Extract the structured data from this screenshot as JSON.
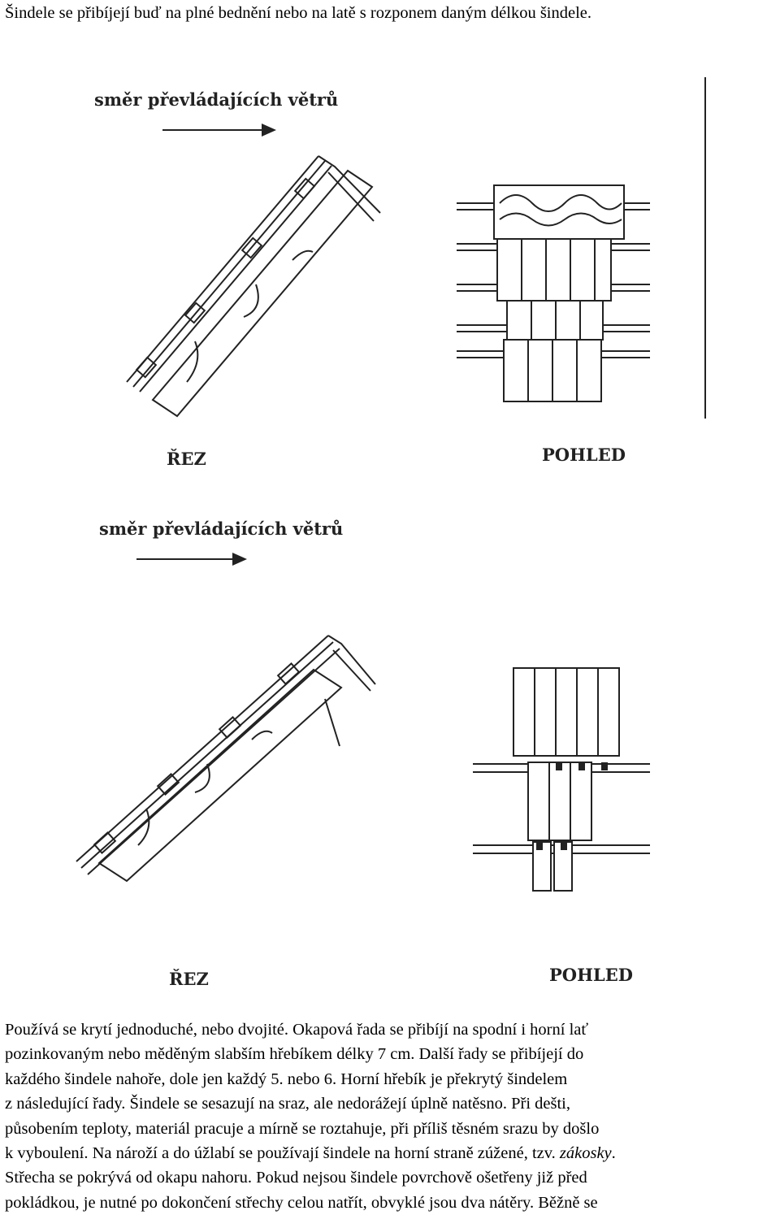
{
  "intro": "Šindele se přibíjejí buď na plné bednění nebo na latě s rozponem daným délkou šindele.",
  "figure1": {
    "wind_label": "směr převládajících větrů",
    "section_label": "ŘEZ",
    "view_label": "POHLED"
  },
  "figure2": {
    "wind_label": "směr převládajících větrů",
    "section_label": "ŘEZ",
    "view_label": "POHLED"
  },
  "paragraph": {
    "l1": "Používá se krytí jednoduché, nebo dvojité. Okapová řada se přibíjí na spodní i horní lať",
    "l2": "pozinkovaným nebo měděným slabším hřebíkem délky 7 cm. Další řady se přibíjejí do",
    "l3": "každého šindele nahoře, dole jen každý 5. nebo 6. Horní hřebík je překrytý šindelem",
    "l4": "z následující řady. Šindele se sesazují na sraz, ale nedorážejí úplně natěsno. Při dešti,",
    "l5": "působením teploty, materiál pracuje a mírně se roztahuje, při příliš těsném srazu by došlo",
    "l6a": "k vyboulení. Na nároží a do úžlabí se používají šindele na horní straně zúžené, tzv. ",
    "l6_em": "zákosky",
    "l6b": ".",
    "l7": "Střecha se pokrývá od okapu nahoru. Pokud nejsou šindele povrchově ošetřeny již před",
    "l8": "pokládkou, je nutné po dokončení střechy celou natřít, obvyklé jsou dva nátěry. Běžně se"
  }
}
